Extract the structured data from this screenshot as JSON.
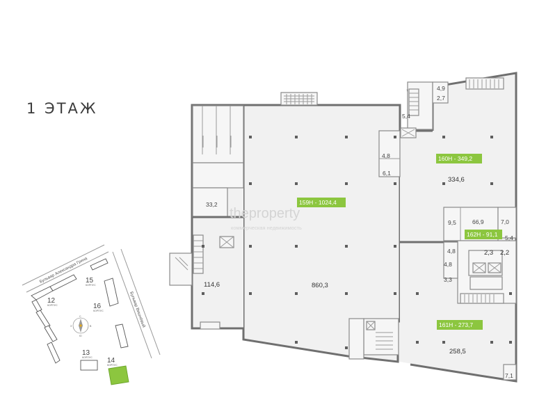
{
  "floor_title": "1 ЭТАЖ",
  "watermark": {
    "text": "theproperty",
    "subtitle": "коммерческая недвижимость"
  },
  "units": [
    {
      "id": "159H",
      "label": "159Н - 1024,4"
    },
    {
      "id": "160H",
      "label": "160Н - 349,2"
    },
    {
      "id": "162H",
      "label": "162Н - 91,1"
    },
    {
      "id": "161H",
      "label": "161Н - 273,7"
    }
  ],
  "areas": {
    "a_860_3": "860,3",
    "a_334_6": "334,6",
    "a_258_5": "258,5",
    "a_114_6": "114,6",
    "a_33_2": "33,2",
    "a_66_9": "66,9",
    "a_9_5": "9,5",
    "a_7_0": "7,0",
    "a_5_4_top": "5,4",
    "a_5_4_right": "5,4",
    "a_4_9": "4,9",
    "a_2_7": "2,7",
    "a_4_8_a": "4,8",
    "a_6_1": "6,1",
    "a_4_8_b": "4,8",
    "a_4_8_c": "4,8",
    "a_3_3": "3,3",
    "a_2_3": "2,3",
    "a_2_2": "2,2",
    "a_7_1": "7,1"
  },
  "site_plan": {
    "street_1": "Бульвар Александра Грина",
    "street_2": "Бульвар Вишнёвый",
    "buildings": [
      {
        "num": "12",
        "sub": "КОРПУС"
      },
      {
        "num": "15",
        "sub": "КОРПУС"
      },
      {
        "num": "16",
        "sub": "КОРПУС"
      },
      {
        "num": "13",
        "sub": "КОРПУС"
      },
      {
        "num": "14",
        "sub": "КОРПУС"
      }
    ],
    "compass": {
      "n": "С",
      "s": "Ю",
      "w": "З",
      "e": "В"
    }
  },
  "colors": {
    "highlight": "#8cc63f",
    "walls": "#6f6f6f",
    "background": "#ffffff"
  }
}
